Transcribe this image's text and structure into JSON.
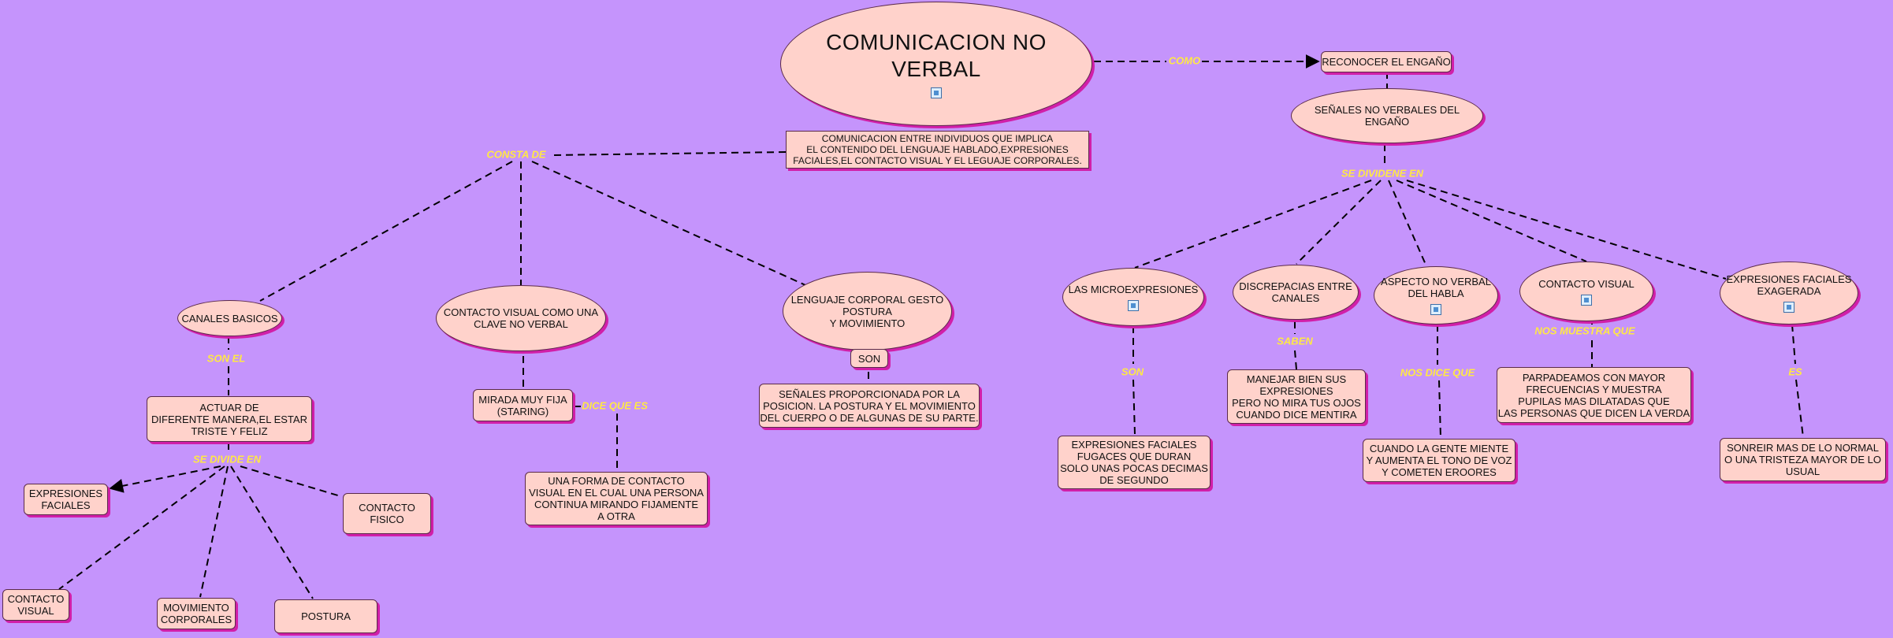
{
  "title": "COMUNICACION  NO VERBAL",
  "definition": "COMUNICACION ENTRE INDIVIDUOS QUE IMPLICA\nEL CONTENIDO DEL LENGUAJE HABLADO,EXPRESIONES\nFACIALES,EL CONTACTO VISUAL Y EL LEGUAJE CORPORALES.",
  "links": {
    "como": "COMO",
    "consta_de": "CONSTA DE",
    "son_el": "SON EL",
    "se_divide_en": "SE DIVIDE EN",
    "dice_que_es": "DICE QUE ES",
    "se_dividen_en": "SE DIVIDENE EN",
    "son": "SON",
    "saben": "SABEN",
    "nos_dice_que": "NOS DICE  QUE",
    "nos_muestra_que": "NOS MUESTRA QUE",
    "es": "ES"
  },
  "left": {
    "canales_basicos": "CANALES BASICOS",
    "actuar": "ACTUAR DE\nDIFERENTE MANERA,EL  ESTAR\nTRISTE Y FELIZ",
    "expresiones_faciales": "EXPRESIONES\nFACIALES",
    "contacto_fisico": "CONTACTO\nFISICO",
    "contacto_visual": "CONTACTO\nVISUAL",
    "movimiento_corporales": "MOVIMIENTO\nCORPORALES",
    "postura": "POSTURA",
    "contacto_visual_clave": "CONTACTO VISUAL  COMO UNA\nCLAVE NO VERBAL",
    "mirada_fija": "MIRADA MUY FIJA\n(STARING)",
    "forma_contacto": "UNA FORMA DE CONTACTO\nVISUAL EN EL CUAL UNA PERSONA\nCONTINUA MIRANDO FIJAMENTE\nA OTRA",
    "lenguaje_corporal": "LENGUAJE CORPORAL GESTO\nPOSTURA\nY MOVIMIENTO",
    "son_box": "SON",
    "senales_proporcionada": "SEÑALES PROPORCIONADA POR LA\nPOSICION. LA POSTURA Y EL MOVIMIENTO\nDEL CUERPO O DE ALGUNAS DE SU PARTE."
  },
  "right": {
    "reconocer": "RECONOCER EL ENGAÑO",
    "senales_engano": "SEÑALES NO VERBALES DEL ENGAÑO",
    "microexpresiones": "LAS MICROEXPRESIONES",
    "expresiones_fugaces": "EXPRESIONES FACIALES\nFUGACES QUE DURAN\nSOLO UNAS POCAS DECIMAS\nDE SEGUNDO",
    "discrepancias": "DISCREPACIAS ENTRE\nCANALES",
    "manejar_bien": "MANEJAR BIEN SUS\nEXPRESIONES\nPERO NO MIRA TUS OJOS\nCUANDO DICE MENTIRA",
    "aspecto_habla": "ASPECTO NO  VERBAL\nDEL HABLA",
    "gente_miente": "CUANDO LA GENTE MIENTE\nY AUMENTA EL TONO DE VOZ\nY COMETEN EROORES",
    "contacto_visual": "CONTACTO VISUAL",
    "parpadeamos": "PARPADEAMOS CON MAYOR\nFRECUENCIAS Y MUESTRA\nPUPILAS MAS DILATADAS QUE\nLAS PERSONAS QUE DICEN LA VERDA",
    "expresiones_exagerada": "EXPRESIONES FACIALES\nEXAGERADA",
    "sonreir": "SONREIR MAS DE LO NORMAL\nO UNA TRISTEZA MAYOR DE LO\nUSUAL"
  },
  "icons": [
    "picture-icon"
  ],
  "colors": {
    "background": "#c594fc",
    "node_fill": "#ffd2cb",
    "node_shadow": "#d11fa8",
    "link_label": "#ffe845"
  }
}
